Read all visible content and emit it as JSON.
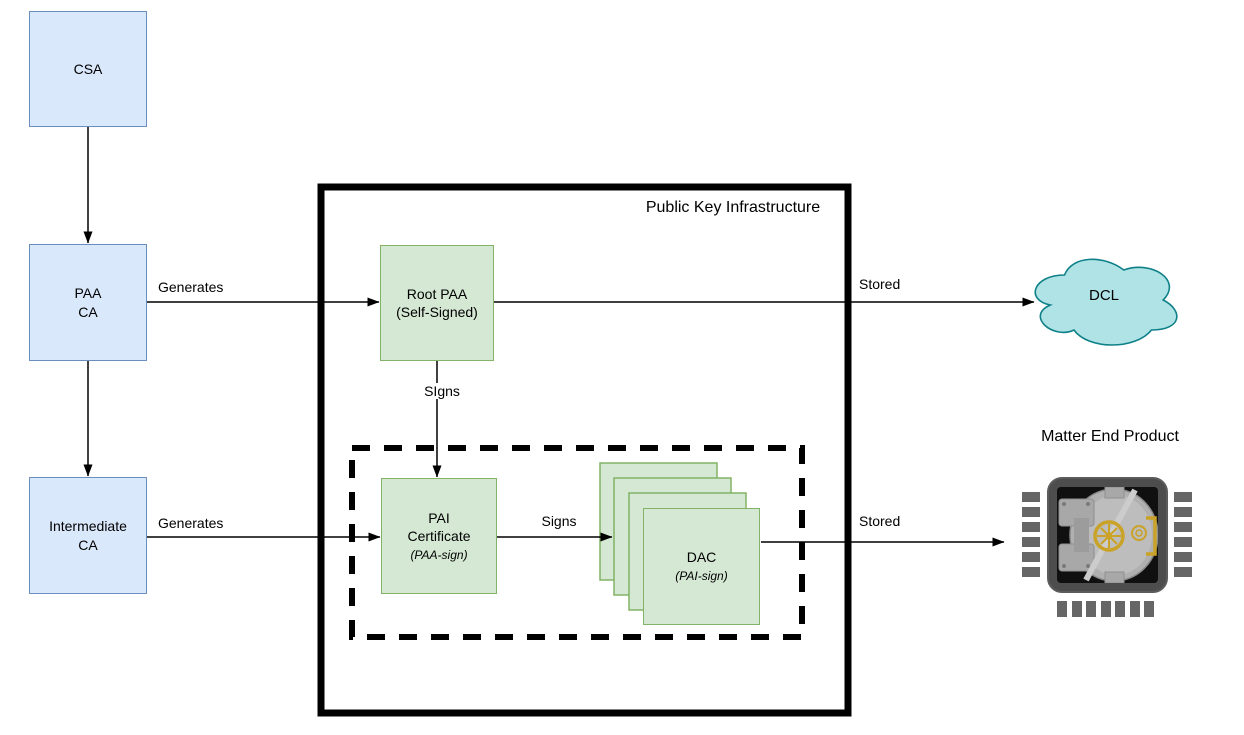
{
  "colors": {
    "blue_fill": "#dae8fc",
    "blue_stroke": "#6c8ebf",
    "green_fill": "#d5e8d4",
    "green_stroke": "#82b366",
    "cloud_fill": "#b0e3e6",
    "cloud_stroke": "#0e8088",
    "line": "#000000",
    "pin_gray": "#666666",
    "chip_body": "#4d4d4d",
    "gold": "#c9a227"
  },
  "nodes": {
    "csa": {
      "label": "CSA"
    },
    "paa_ca": {
      "label": "PAA\nCA"
    },
    "intermediate_ca": {
      "label": "Intermediate\nCA"
    },
    "root_paa": {
      "label": "Root PAA\n(Self-Signed)"
    },
    "pai": {
      "title": "PAI\nCertificate",
      "subtitle": "(PAA-sign)"
    },
    "dac": {
      "title": "DAC",
      "subtitle": "(PAI-sign)"
    },
    "dcl": {
      "label": "DCL"
    }
  },
  "groups": {
    "pki": {
      "label": "Public Key Infrastructure"
    },
    "matter_end_product": {
      "label": "Matter End Product"
    }
  },
  "edges": {
    "generates_top": "Generates",
    "generates_bottom": "Generates",
    "stored_top": "Stored",
    "stored_bottom": "Stored",
    "signs_vertical": "SIgns",
    "signs_horizontal": "Signs"
  }
}
